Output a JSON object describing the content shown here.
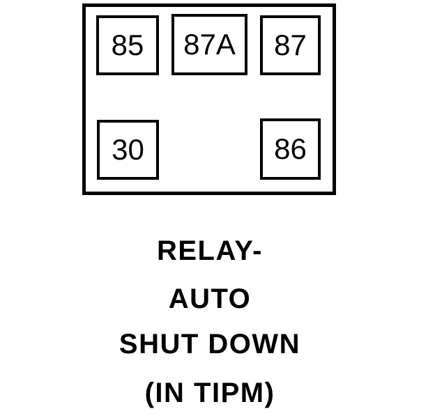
{
  "relay": {
    "pins": [
      {
        "label": "85"
      },
      {
        "label": "87A"
      },
      {
        "label": "87"
      },
      {
        "label": "30"
      },
      {
        "label": "86"
      }
    ],
    "caption": {
      "line1": "RELAY-",
      "line2": "AUTO",
      "line3": "SHUT DOWN",
      "line4": "(IN TIPM)"
    },
    "colors": {
      "line": "#000000",
      "background": "#ffffff"
    }
  }
}
